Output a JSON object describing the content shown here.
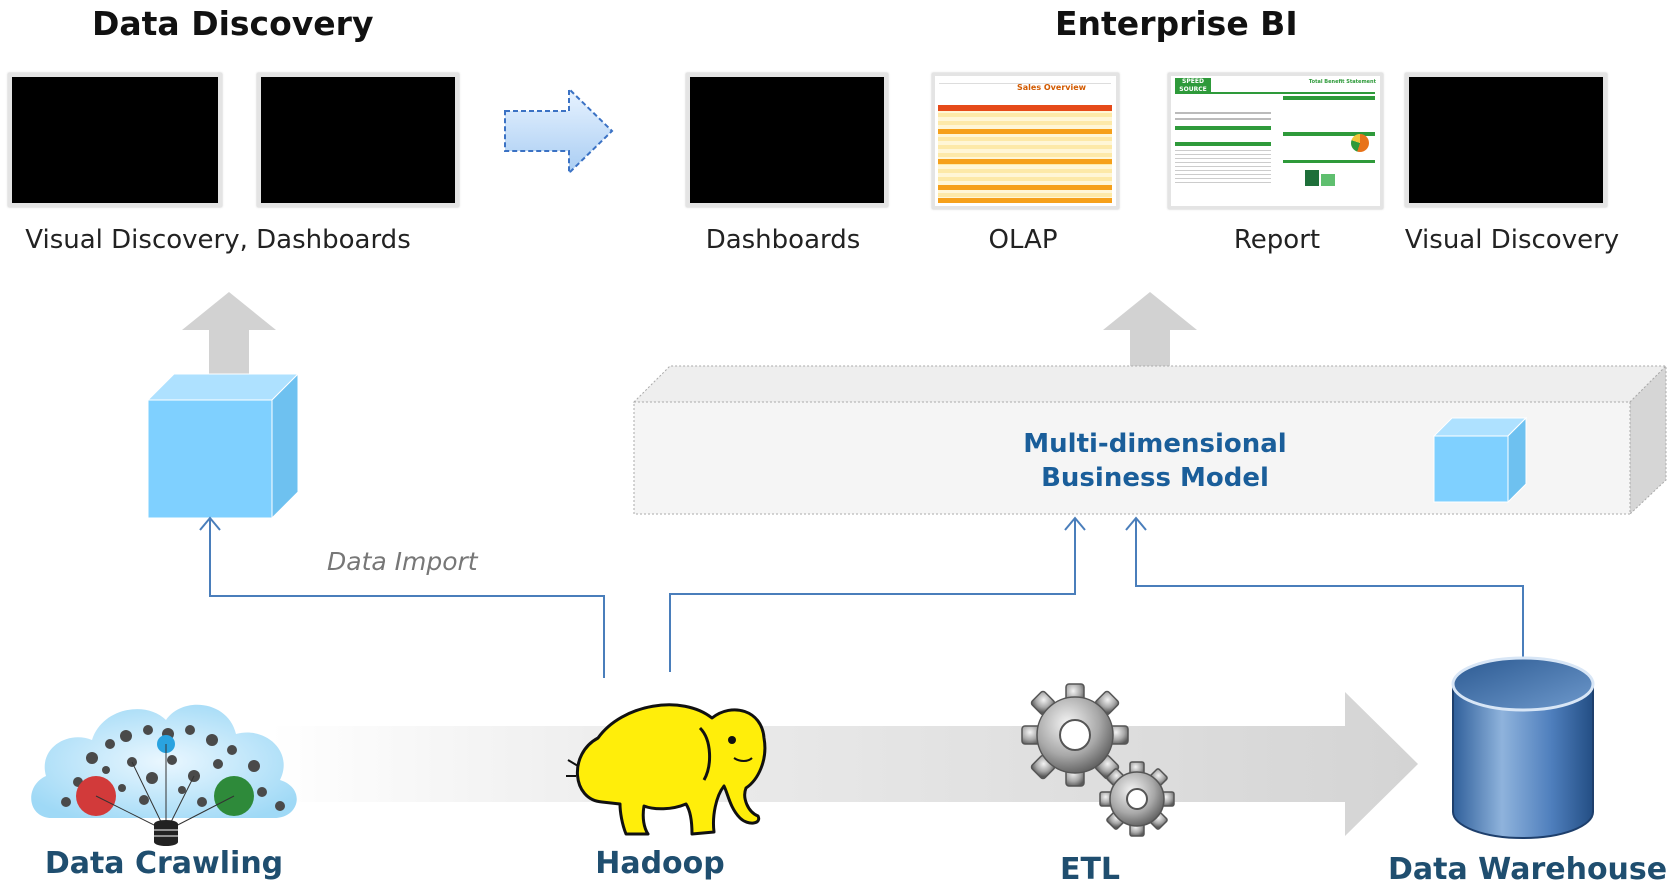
{
  "headings": {
    "data_discovery": "Data Discovery",
    "enterprise_bi": "Enterprise BI"
  },
  "top_captions": {
    "visual_discovery_dashboards": "Visual Discovery, Dashboards",
    "dashboards": "Dashboards",
    "olap": "OLAP",
    "report": "Report",
    "visual_discovery": "Visual Discovery"
  },
  "olap_thumb": {
    "title": "Sales Overview"
  },
  "report_thumb": {
    "logo": "SPEED SOURCE",
    "title": "Total Benefit Statement"
  },
  "model": {
    "line1": "Multi-dimensional",
    "line2": "Business Model"
  },
  "flow": {
    "data_import": "Data Import"
  },
  "bottom_labels": {
    "data_crawling": "Data Crawling",
    "hadoop": "Hadoop",
    "etl": "ETL",
    "data_warehouse": "Data Warehouse"
  },
  "colors": {
    "accent_blue": "#1a5e9a",
    "line_blue": "#4a7ebb",
    "cube_blue": "#7fd0ff",
    "olap_orange": "#f6a01a",
    "report_green": "#2e9a3a"
  }
}
